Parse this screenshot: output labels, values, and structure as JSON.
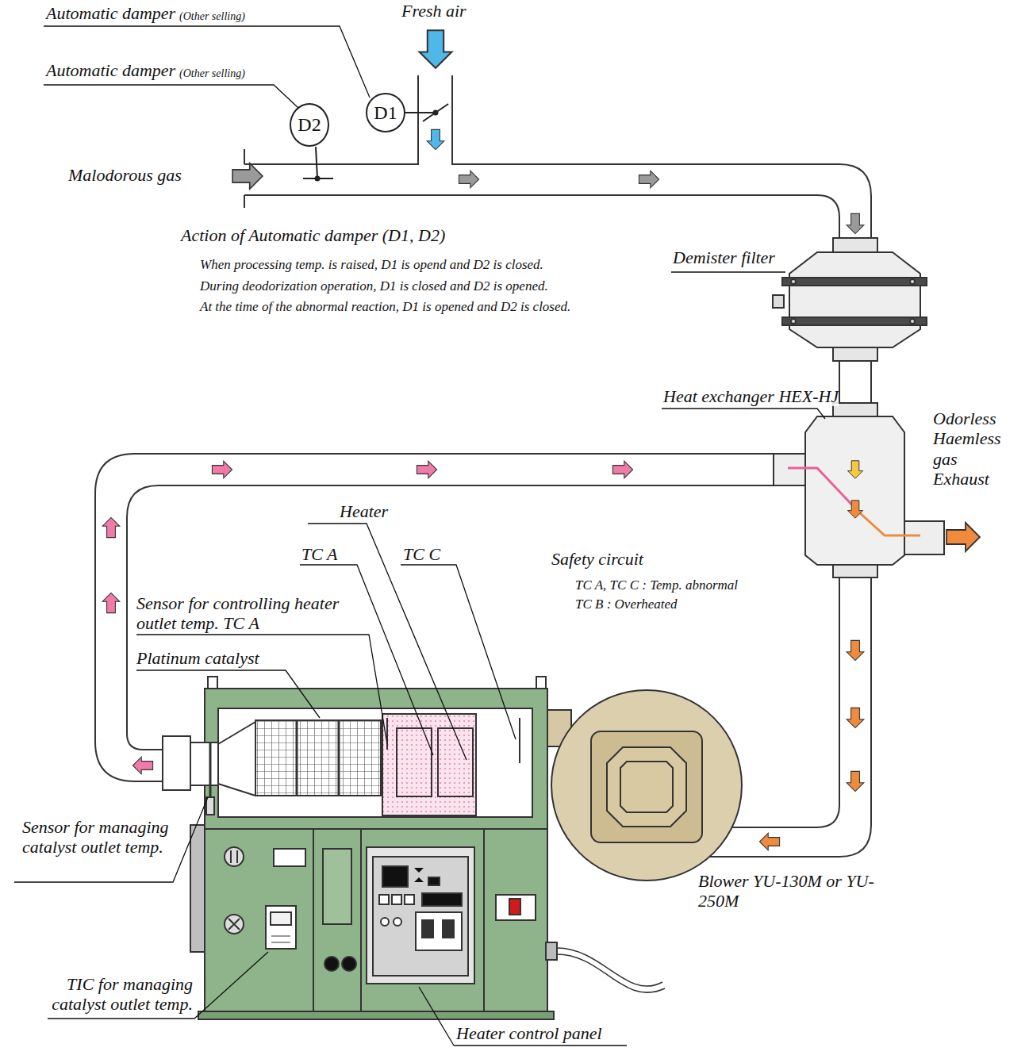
{
  "diagram": {
    "nodes": [
      {
        "text": [
          "D1"
        ]
      },
      {
        "text": [
          "D2"
        ]
      }
    ],
    "labels": [
      "Automatic damper",
      "(Other selling)",
      "Automatic damper",
      "(Other selling)",
      "Fresh air",
      "Malodorous gas",
      "Action of Automatic damper (D1, D2)",
      "When processing temp. is raised, D1 is opend and D2 is closed.",
      "During deodorization operation, D1 is closed and D2 is opened.",
      "At the time of the abnormal reaction, D1 is opened and D2 is closed.",
      "Demister filter",
      "Heat exchanger HEX-HJ",
      "Odorless Haemless gas Exhaust",
      "Heater",
      "TC A",
      "TC C",
      "Sensor for controlling heater outlet temp. TC A",
      "Platinum catalyst",
      "Safety circuit",
      "TC A, TC C : Temp. abnormal",
      "TC B : Overheated",
      "Sensor for managing catalyst outlet temp.",
      "Blower YU-130M or YU-250M",
      "TIC for managing catalyst outlet temp.",
      "Heater control panel"
    ]
  }
}
